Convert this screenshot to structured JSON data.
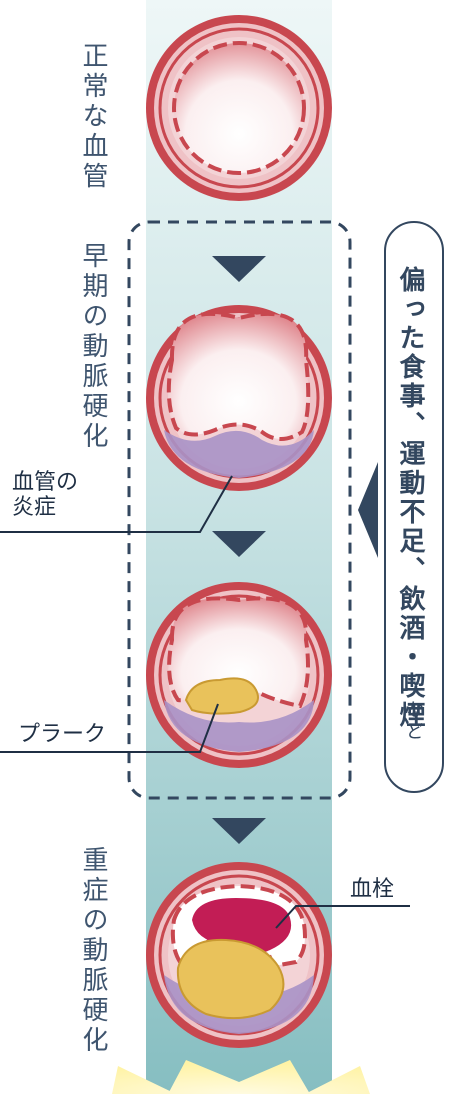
{
  "stages": [
    {
      "label": "正常な血管"
    },
    {
      "label": "早期の動脈硬化"
    },
    {
      "label": "重症の動脈硬化"
    }
  ],
  "callouts": {
    "inflammation": "血管の\n炎症",
    "plaque": "プラーク",
    "thrombus": "血栓"
  },
  "causes": {
    "main": "偏った食事、運動不足、飲酒・喫煙",
    "suffix": "など"
  },
  "colors": {
    "vessel_wall": "#c8474f",
    "vessel_inner": "#f6dde1",
    "lumen_top": "#e07f86",
    "background_column_top": "#e4f1f1",
    "background_column_bottom": "#8bc2c4",
    "inflammation": "#a992c7",
    "plaque": "#e9c25b",
    "thrombus": "#c21d55",
    "arrow": "#33475f",
    "light_glow": "#fff5b8"
  }
}
